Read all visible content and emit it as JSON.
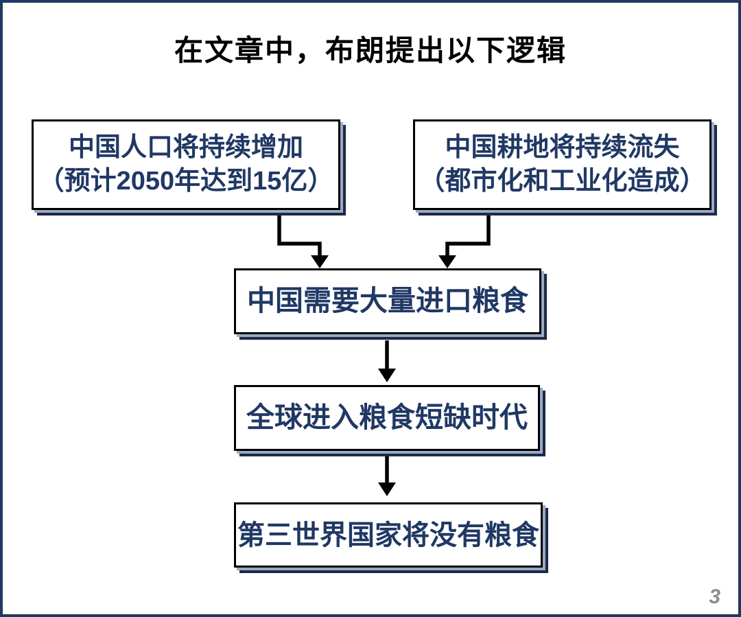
{
  "title": "在文章中，布朗提出以下逻辑",
  "page_number": "3",
  "colors": {
    "slide_border_navy": "#1f3864",
    "node_text_navy": "#1f3864",
    "node_border_black": "#000000",
    "node_shadow_light": "#9aa9c6",
    "node_shadow_dark": "#1c2947",
    "title_black": "#000000",
    "arrow_black": "#000000",
    "page_number_gray": "#8c8c8c"
  },
  "nodes": {
    "population": {
      "line1": "中国人口将持续增加",
      "line2": "（预计2050年达到15亿）"
    },
    "farmland": {
      "line1": "中国耕地将持续流失",
      "line2": "（都市化和工业化造成）"
    },
    "import": {
      "label": "中国需要大量进口粮食"
    },
    "shortage": {
      "label": "全球进入粮食短缺时代"
    },
    "thirdworld": {
      "label": "第三世界国家将没有粮食"
    }
  },
  "arrows": [
    {
      "from": "population",
      "to": "import"
    },
    {
      "from": "farmland",
      "to": "import"
    },
    {
      "from": "import",
      "to": "shortage"
    },
    {
      "from": "shortage",
      "to": "thirdworld"
    }
  ]
}
